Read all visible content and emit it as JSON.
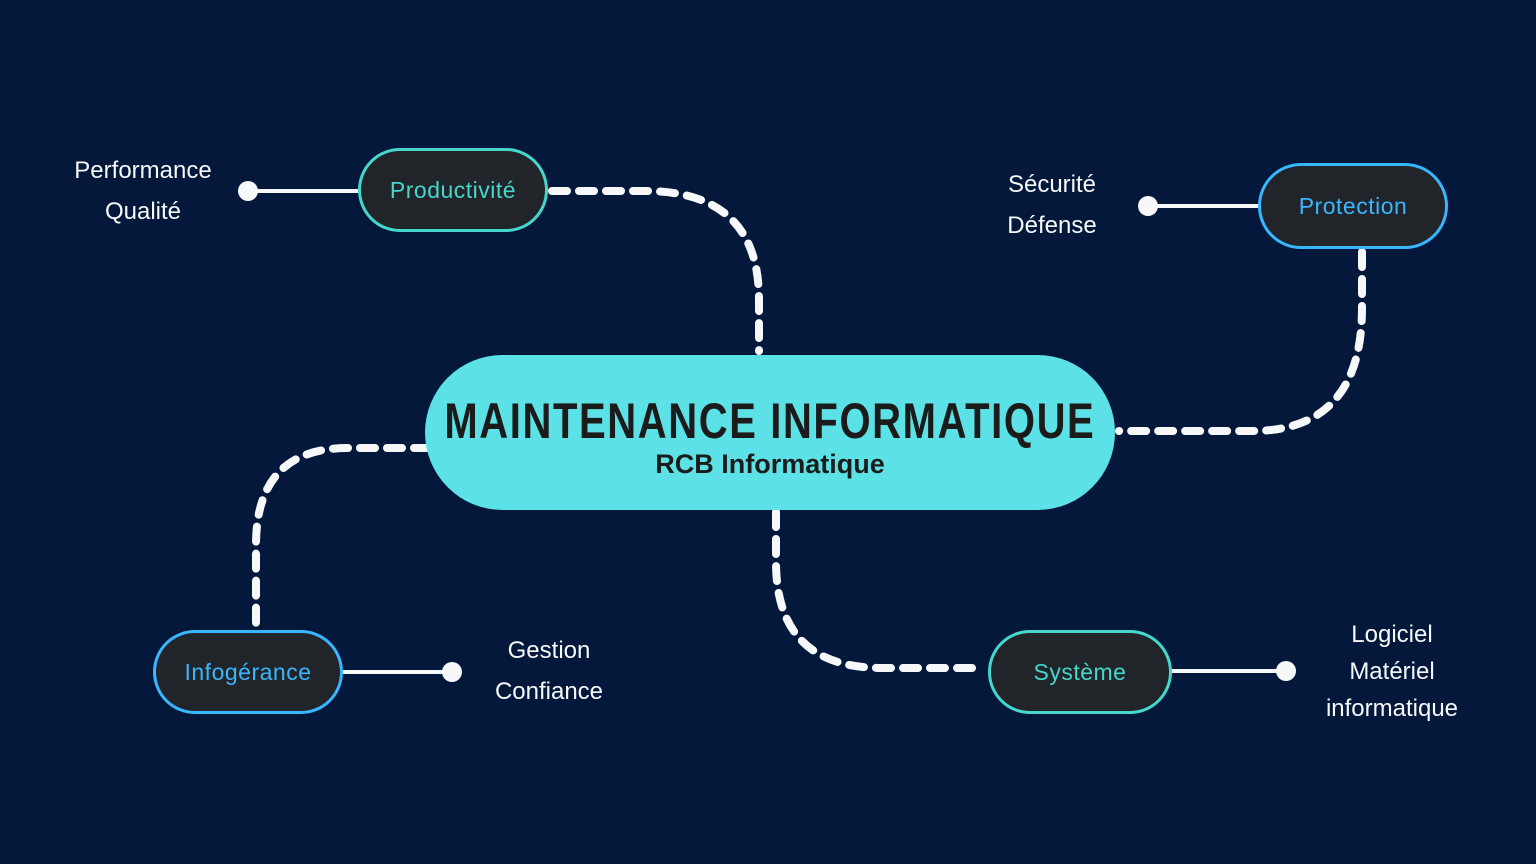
{
  "colors": {
    "background": "#03183a",
    "center_fill": "#5ce1e6",
    "center_text": "#1b1b1b",
    "node_fill": "#212428",
    "teal_accent": "#45d6cc",
    "blue_accent": "#38b6ff",
    "connector_white": "#f7f8fa"
  },
  "center": {
    "title": "MAINTENANCE INFORMATIQUE",
    "subtitle": "RCB Informatique"
  },
  "branches": [
    {
      "id": "productivite",
      "label": "Productivité",
      "accent": "#45d6cc",
      "keywords": [
        "Performance",
        "Qualité"
      ]
    },
    {
      "id": "protection",
      "label": "Protection",
      "accent": "#38b6ff",
      "keywords": [
        "Sécurité",
        "Défense"
      ]
    },
    {
      "id": "infogerance",
      "label": "Infogérance",
      "accent": "#38b6ff",
      "keywords": [
        "Gestion",
        "Confiance"
      ]
    },
    {
      "id": "systeme",
      "label": "Système",
      "accent": "#45d6cc",
      "keywords": [
        "Logiciel",
        "Matériel",
        "informatique"
      ]
    }
  ]
}
